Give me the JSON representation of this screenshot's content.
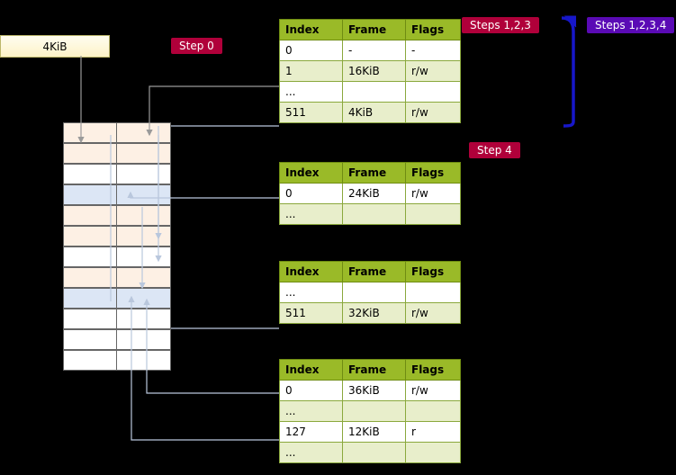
{
  "memory_block": {
    "label": "4KiB"
  },
  "steps": {
    "step0": "Step 0",
    "step123": "Steps 1,2,3",
    "step1234": "Steps 1,2,3,4",
    "step4": "Step 4"
  },
  "page_tables": [
    {
      "headers": [
        "Index",
        "Frame",
        "Flags"
      ],
      "rows": [
        [
          "0",
          "-",
          "-"
        ],
        [
          "1",
          "16KiB",
          "r/w"
        ],
        [
          "...",
          "",
          ""
        ],
        [
          "511",
          "4KiB",
          "r/w"
        ]
      ]
    },
    {
      "headers": [
        "Index",
        "Frame",
        "Flags"
      ],
      "rows": [
        [
          "0",
          "24KiB",
          "r/w"
        ],
        [
          "...",
          "",
          ""
        ]
      ]
    },
    {
      "headers": [
        "Index",
        "Frame",
        "Flags"
      ],
      "rows": [
        [
          "...",
          "",
          ""
        ],
        [
          "511",
          "32KiB",
          "r/w"
        ]
      ]
    },
    {
      "headers": [
        "Index",
        "Frame",
        "Flags"
      ],
      "rows": [
        [
          "0",
          "36KiB",
          "r/w"
        ],
        [
          "...",
          "",
          ""
        ],
        [
          "127",
          "12KiB",
          "r"
        ],
        [
          "...",
          "",
          ""
        ]
      ]
    }
  ],
  "memory_rows": [
    {
      "fill": "#fdf0e4"
    },
    {
      "fill": "#fdf0e4"
    },
    {
      "fill": "#ffffff"
    },
    {
      "fill": "#dce6f5"
    },
    {
      "fill": "#fdf0e4"
    },
    {
      "fill": "#fdf0e4"
    },
    {
      "fill": "#ffffff"
    },
    {
      "fill": "#fdf0e4"
    },
    {
      "fill": "#dce6f5"
    },
    {
      "fill": "#ffffff"
    },
    {
      "fill": "#ffffff"
    },
    {
      "fill": "#ffffff"
    }
  ],
  "colors": {
    "header_green": "#9aba28",
    "row_alt": "#e8eecb",
    "step_red": "#b0003a",
    "step_purple": "#5a0ab5",
    "arrow_blue": "#1717c9",
    "arrow_light": "#b9c7dd",
    "block_yellow": "#fdf3c8"
  }
}
